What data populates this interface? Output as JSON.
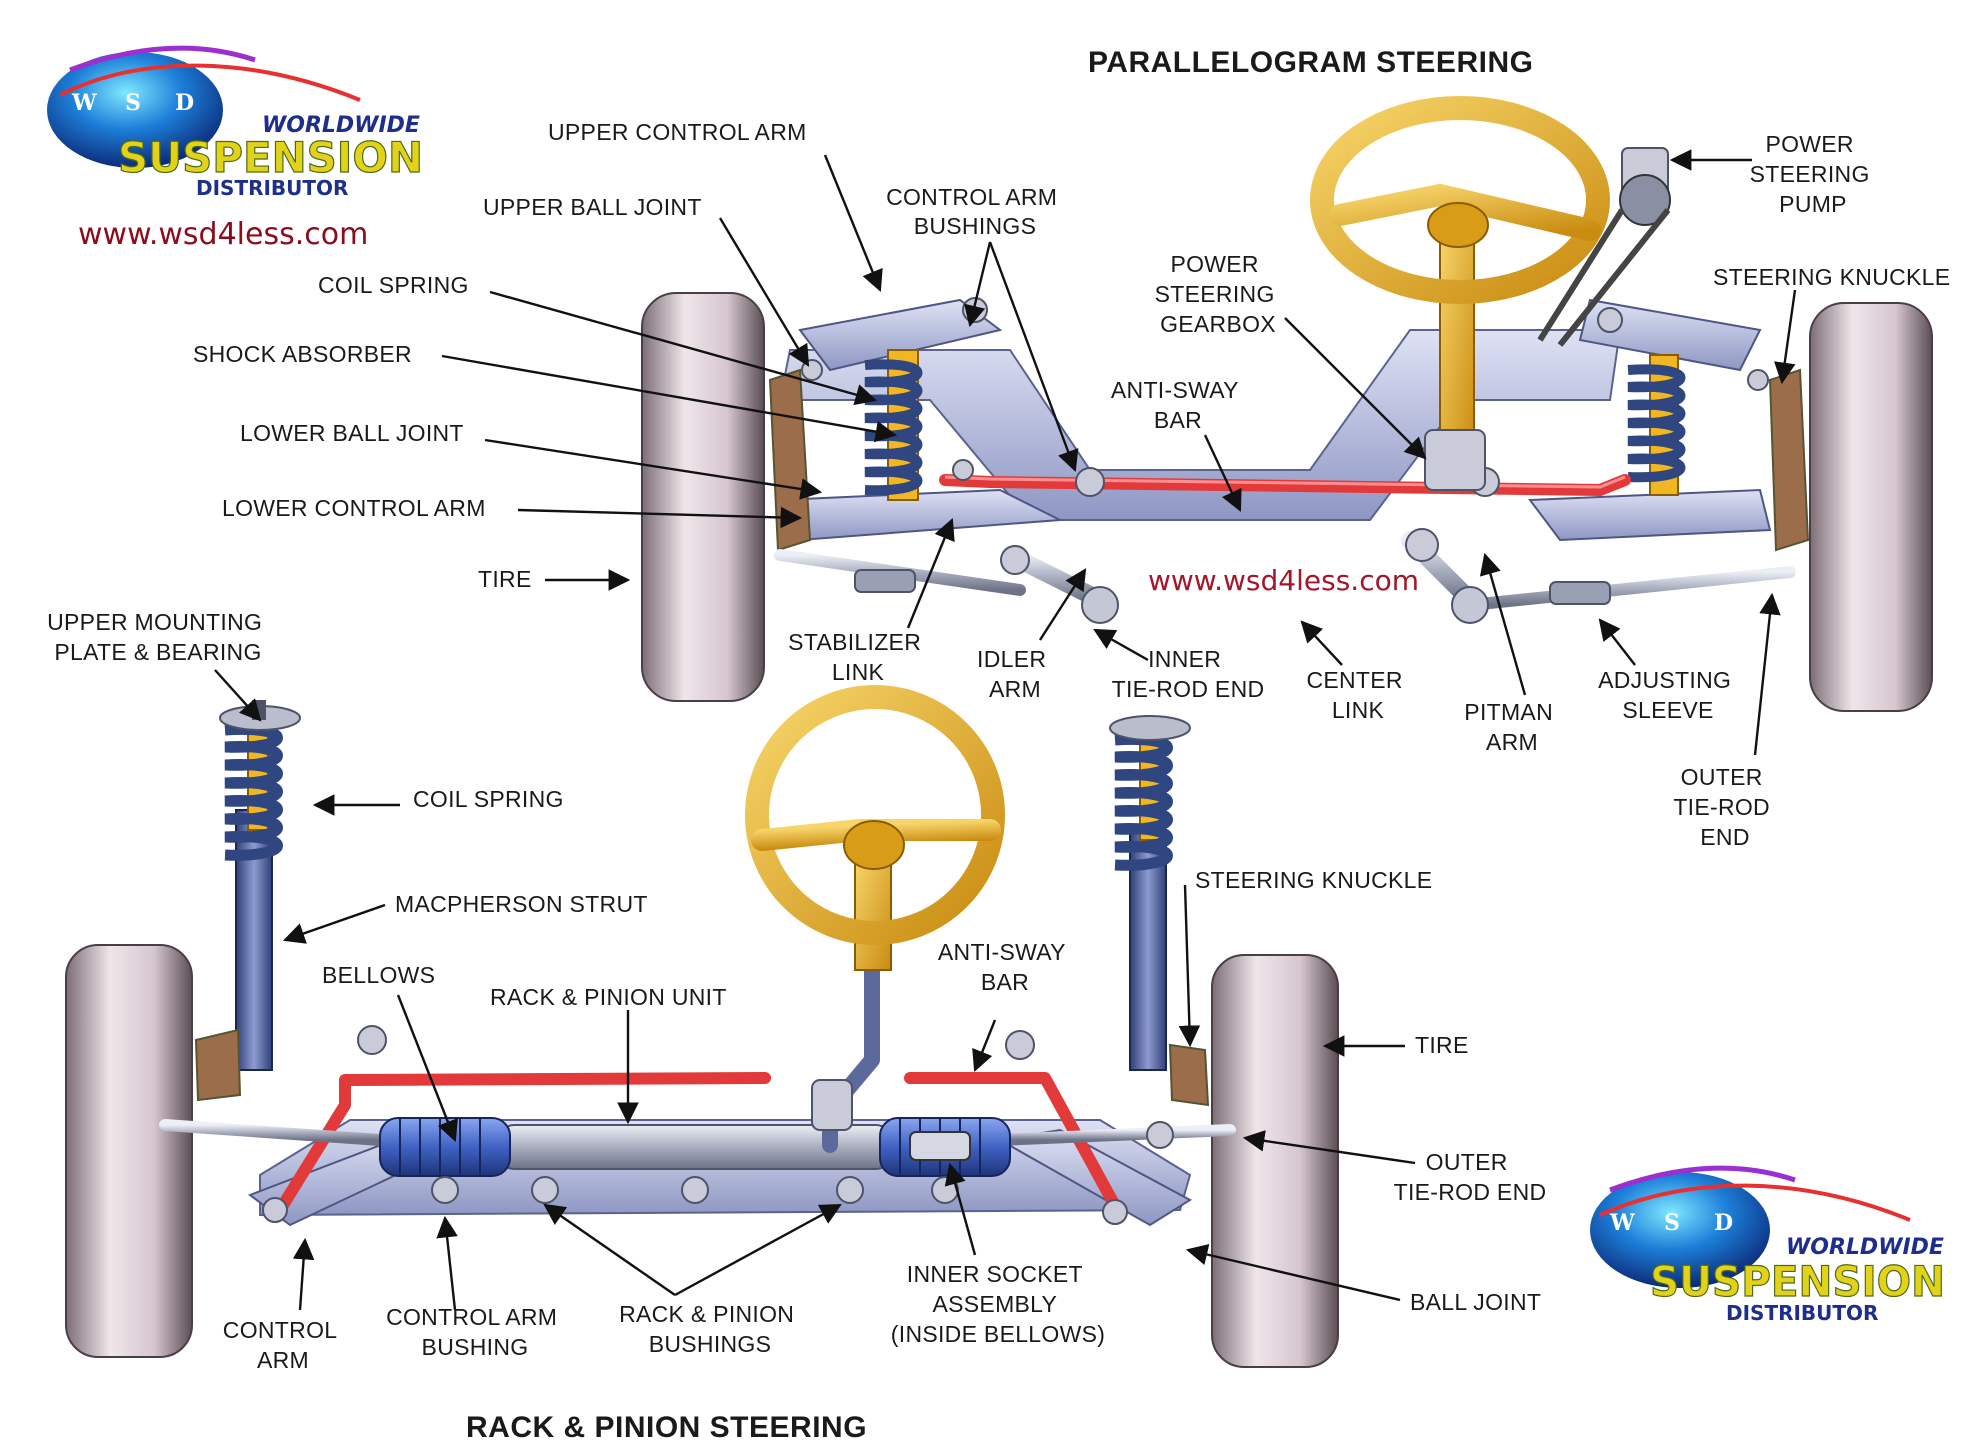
{
  "titles": {
    "parallelogram": "PARALLELOGRAM STEERING",
    "rack_pinion": "RACK & PINION STEERING"
  },
  "website": "www.wsd4less.com",
  "logo": {
    "globe_letters": [
      "W",
      "S",
      "D"
    ],
    "line1": "WORLDWIDE",
    "line2": "SUSPENSION",
    "line3": "DISTRIBUTOR"
  },
  "colors": {
    "tire": "#e2d4dc",
    "frame": "#b6bde0",
    "steering_wheel": "#e9b32a",
    "spring": "#3e5a9a",
    "sway_bar": "#e23a3a",
    "bellows": "#3f63c4",
    "knuckle": "#9c6d4a"
  },
  "labels": {
    "upper_control_arm": [
      "UPPER CONTROL ARM"
    ],
    "upper_ball_joint": [
      "UPPER BALL JOINT"
    ],
    "coil_spring_top": [
      "COIL SPRING"
    ],
    "shock_absorber": [
      "SHOCK ABSORBER"
    ],
    "lower_ball_joint": [
      "LOWER BALL JOINT"
    ],
    "lower_control_arm": [
      "LOWER CONTROL ARM"
    ],
    "tire_top": [
      "TIRE"
    ],
    "control_arm_bushings": [
      "CONTROL ARM",
      "BUSHINGS"
    ],
    "power_steering_gearbox": [
      "POWER",
      "STEERING",
      "GEARBOX"
    ],
    "anti_sway_bar_top": [
      "ANTI-SWAY",
      "BAR"
    ],
    "power_steering_pump": [
      "POWER",
      "STEERING",
      "PUMP"
    ],
    "steering_knuckle_top": [
      "STEERING KNUCKLE"
    ],
    "stabilizer_link": [
      "STABILIZER",
      "LINK"
    ],
    "idler_arm": [
      "IDLER",
      "ARM"
    ],
    "inner_tie_rod_end": [
      "INNER",
      "TIE-ROD END"
    ],
    "center_link": [
      "CENTER",
      "LINK"
    ],
    "pitman_arm": [
      "PITMAN",
      "ARM"
    ],
    "adjusting_sleeve": [
      "ADJUSTING",
      "SLEEVE"
    ],
    "outer_tie_rod_end_top": [
      "OUTER",
      "TIE-ROD",
      "END"
    ],
    "upper_mounting_plate": [
      "UPPER MOUNTING",
      "PLATE & BEARING"
    ],
    "coil_spring_bottom": [
      "COIL SPRING"
    ],
    "macpherson_strut": [
      "MACPHERSON STRUT"
    ],
    "bellows": [
      "BELLOWS"
    ],
    "rack_pinion_unit": [
      "RACK & PINION UNIT"
    ],
    "anti_sway_bar_bottom": [
      "ANTI-SWAY",
      "BAR"
    ],
    "steering_knuckle_bottom": [
      "STEERING KNUCKLE"
    ],
    "tire_bottom": [
      "TIRE"
    ],
    "outer_tie_rod_end_bottom": [
      "OUTER",
      "TIE-ROD END"
    ],
    "ball_joint": [
      "BALL JOINT"
    ],
    "control_arm": [
      "CONTROL",
      "ARM"
    ],
    "control_arm_bushing": [
      "CONTROL ARM",
      "BUSHING"
    ],
    "rack_pinion_bushings": [
      "RACK & PINION",
      "BUSHINGS"
    ],
    "inner_socket_assembly": [
      "INNER SOCKET",
      "ASSEMBLY",
      "(INSIDE BELLOWS)"
    ]
  }
}
